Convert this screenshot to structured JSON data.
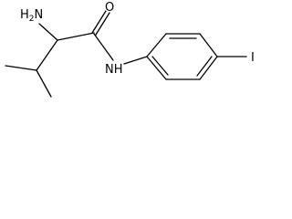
{
  "molecule": {
    "atoms": {
      "amine": "H2N",
      "carbonyl_oxygen": "O",
      "amide_nitrogen": "NH",
      "iodine": "I"
    }
  },
  "colors": {
    "bond": "#000000",
    "label": "#000000",
    "background": "#ffffff"
  }
}
